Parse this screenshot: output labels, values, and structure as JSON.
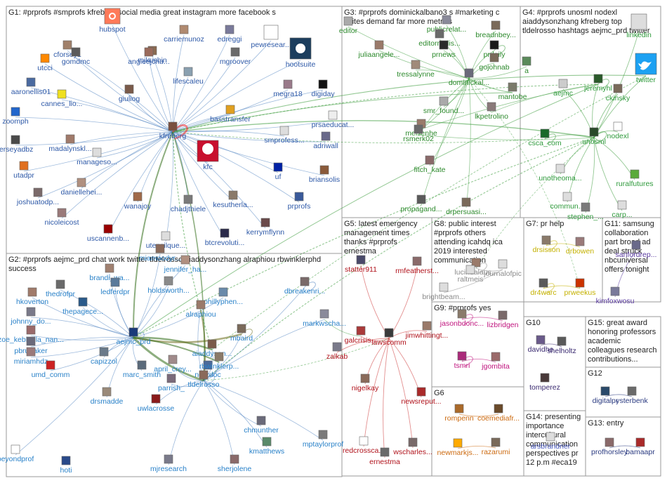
{
  "colors": {
    "g1": "#2f5aa8",
    "g2": "#2a82c9",
    "g3": "#2d8a2d",
    "g4": "#2f9a3c",
    "g5": "#b0121b",
    "g6": "#cc6a10",
    "g7": "#c4b100",
    "g8": "#8a8a8a",
    "g9": "#c0147e",
    "g10": "#3a2a70",
    "g11": "#5a3aa0",
    "g12": "#2a3a80",
    "g13": "#2a3a80",
    "g14": "#4a5ac0",
    "g15": "#3a3a7a",
    "edge_blue": "#4a7fc0",
    "edge_green": "#3a9a3a",
    "edge_red": "#cc3333",
    "edge_darkgreen": "#2f6b16",
    "edge_olive": "#6b6b1a",
    "box": "#9a9a9a"
  },
  "groups": [
    {
      "id": "g1",
      "label_lines": [
        "G1: #prprofs #smprofs kfreberg social media great instagram more facebook s"
      ]
    },
    {
      "id": "g2",
      "label_lines": [
        "G2: #prprofs aejmc_prd chat work twitter tldelrosso aiaddysonzhang alraphiou rbwinklerphd",
        "success"
      ]
    },
    {
      "id": "g3",
      "label_lines": [
        "G3: #prprofs dominickalbano3 s #marketing c",
        "suites demand far more metrics"
      ]
    },
    {
      "id": "g4",
      "label_lines": [
        "G4: #prprofs unosml nodexl",
        "aiaddysonzhang kfreberg top",
        "tldelrosso hashtags aejmc_prd twitter"
      ]
    },
    {
      "id": "g5",
      "label_lines": [
        "G5: latest emergency",
        "management times",
        "thanks #prprofs",
        "ernestma"
      ]
    },
    {
      "id": "g6",
      "label_lines": [
        "G6"
      ]
    },
    {
      "id": "g7",
      "label_lines": [
        "G7: pr help"
      ]
    },
    {
      "id": "g8",
      "label_lines": [
        "G8: public interest",
        "#prprofs others",
        "attending icahdq ica",
        "2019 interested",
        "communication"
      ]
    },
    {
      "id": "g9",
      "label_lines": [
        "G9: #prprofs yes"
      ]
    },
    {
      "id": "g10",
      "label_lines": [
        "G10"
      ]
    },
    {
      "id": "g11",
      "label_lines": [
        "G11: samsung",
        "collaboration",
        "part broad ad",
        "deal struck",
        "nbcuniversal",
        "offers tonight"
      ]
    },
    {
      "id": "g12",
      "label_lines": [
        "G12"
      ]
    },
    {
      "id": "g13",
      "label_lines": [
        "G13: entry"
      ]
    },
    {
      "id": "g14",
      "label_lines": [
        "G14: presenting",
        "importance",
        "intercultural",
        "communication",
        "perspectives pr",
        "12 p.m #eca19"
      ]
    },
    {
      "id": "g15",
      "label_lines": [
        "G15: great award",
        "honoring professors",
        "academic",
        "colleagues research",
        "contributions..."
      ]
    }
  ],
  "nodes": [
    {
      "label": "hubspot",
      "group": "g1",
      "icon": "hubspot-logo-icon",
      "avatar": "#ff7a59"
    },
    {
      "label": "mjkushin",
      "group": "g1",
      "avatar": "#8a6a50"
    },
    {
      "label": "carriemunoz",
      "group": "g1",
      "avatar": "#b08a70"
    },
    {
      "label": "edreggi",
      "group": "g1",
      "avatar": "#7a7a9a"
    },
    {
      "label": "cforsey1",
      "group": "g1",
      "avatar": "#a0806a"
    },
    {
      "label": "pewresear...",
      "group": "g1",
      "avatar": "#ffffff"
    },
    {
      "label": "utcci",
      "group": "g1",
      "avatar": "#ff8800"
    },
    {
      "label": "gomdmc",
      "group": "g1",
      "avatar": "#5a5a5a"
    },
    {
      "label": "angieejchu...",
      "group": "g1",
      "avatar": "#9a6a5a"
    },
    {
      "label": "mgroover",
      "group": "g1",
      "avatar": "#6a6a6a"
    },
    {
      "label": "hootsuite",
      "group": "g1",
      "icon": "hootsuite-owl-icon",
      "avatar": "#1c3e5e"
    },
    {
      "label": "aaronellis01",
      "group": "g1",
      "avatar": "#4a6aa0"
    },
    {
      "label": "lifescaleu",
      "group": "g1",
      "avatar": "#8aa0b0"
    },
    {
      "label": "megra18",
      "group": "g1",
      "avatar": "#9a7a8a"
    },
    {
      "label": "digiday",
      "group": "g1",
      "avatar": "#111111"
    },
    {
      "label": "cannes_lio...",
      "group": "g1",
      "avatar": "#f0e020"
    },
    {
      "label": "giuliog",
      "group": "g1",
      "avatar": "#7a5a4a"
    },
    {
      "label": "zoomph",
      "group": "g1",
      "avatar": "#2266cc"
    },
    {
      "label": "basstransfer",
      "group": "g1",
      "avatar": "#e0a020"
    },
    {
      "label": "prsaeducat...",
      "group": "g1",
      "avatar": "#eeeeee"
    },
    {
      "label": "kfreberg",
      "group": "g1",
      "avatar": "#7a5040"
    },
    {
      "label": "jerseyadbz",
      "group": "g1",
      "avatar": "#4a4a4a"
    },
    {
      "label": "madalynskl...",
      "group": "g1",
      "avatar": "#a07a6a"
    },
    {
      "label": "smprofess...",
      "group": "g1",
      "avatar": "#dddddd"
    },
    {
      "label": "adriwall",
      "group": "g1",
      "avatar": "#6a6a8a"
    },
    {
      "label": "manageso...",
      "group": "g1",
      "avatar": "#dddddd"
    },
    {
      "label": "kfc",
      "group": "g1",
      "icon": "kfc-logo-icon",
      "avatar": "#c8102e"
    },
    {
      "label": "uf",
      "group": "g1",
      "avatar": "#0021a5"
    },
    {
      "label": "briansolis",
      "group": "g1",
      "avatar": "#8a5a3a"
    },
    {
      "label": "utadpr",
      "group": "g1",
      "avatar": "#e07020"
    },
    {
      "label": "daniellehei...",
      "group": "g1",
      "avatar": "#b09080"
    },
    {
      "label": "joshuatodp...",
      "group": "g1",
      "avatar": "#7a6a6a"
    },
    {
      "label": "wanajoy",
      "group": "g1",
      "avatar": "#a06a4a"
    },
    {
      "label": "chadjthiele",
      "group": "g1",
      "avatar": "#7a7a7a"
    },
    {
      "label": "kesutherla...",
      "group": "g1",
      "avatar": "#8a7a6a"
    },
    {
      "label": "prprofs",
      "group": "g1",
      "avatar": "#3a5a9a"
    },
    {
      "label": "nicoleicost",
      "group": "g1",
      "avatar": "#9a7a7a"
    },
    {
      "label": "kerrymflynn",
      "group": "g1",
      "avatar": "#6a4a4a"
    },
    {
      "label": "uscannenb...",
      "group": "g1",
      "avatar": "#990000"
    },
    {
      "label": "utensilque...",
      "group": "g1",
      "avatar": "#dddddd"
    },
    {
      "label": "btcrevoluti...",
      "group": "g1",
      "avatar": "#2a2a4a"
    },
    {
      "label": "brandi_wa...",
      "group": "g2",
      "avatar": "#a08070"
    },
    {
      "label": "miamoodyr...",
      "group": "g2",
      "avatar": "#8a6a5a"
    },
    {
      "label": "jennifer_ha...",
      "group": "g2",
      "avatar": "#b09080"
    },
    {
      "label": "thedrofpr",
      "group": "g2",
      "avatar": "#6a6a6a"
    },
    {
      "label": "ledferdpr",
      "group": "g2",
      "avatar": "#5a7a9a"
    },
    {
      "label": "holdsworth...",
      "group": "g2",
      "avatar": "#8a8a8a"
    },
    {
      "label": "hkoverton",
      "group": "g2",
      "avatar": "#a07a6a"
    },
    {
      "label": "phillyphen...",
      "group": "g2",
      "avatar": "#6a8aaa"
    },
    {
      "label": "dbreakenri...",
      "group": "g2",
      "avatar": "#7a6a6a"
    },
    {
      "label": "thepagece...",
      "group": "g2",
      "avatar": "#2a5a8a"
    },
    {
      "label": "johnny_do...",
      "group": "g2",
      "avatar": "#7a7a8a"
    },
    {
      "label": "markwscha...",
      "group": "g2",
      "avatar": "#8a8a9a"
    },
    {
      "label": "alraphiou",
      "group": "g2",
      "avatar": "#9a7a6a"
    },
    {
      "label": "zoe_kebhalla_nan...",
      "group": "g2",
      "avatar": "#9a6a6a"
    },
    {
      "label": "aejmc_prd",
      "group": "g2",
      "avatar": "#1a3a7a"
    },
    {
      "label": "mbaird",
      "group": "g2",
      "avatar": "#7a6a5a"
    },
    {
      "label": "pbrubaker",
      "group": "g2",
      "avatar": "#6a6a7a"
    },
    {
      "label": "april_crey...",
      "group": "g2",
      "avatar": "#a08a8a"
    },
    {
      "label": "aiaddyson...",
      "group": "g2",
      "avatar": "#7a5a4a"
    },
    {
      "label": "miriamhdz",
      "group": "g2",
      "avatar": "#9a7a7a"
    },
    {
      "label": "capizzol",
      "group": "g2",
      "avatar": "#6a7a8a"
    },
    {
      "label": "marc_smith",
      "group": "g2",
      "avatar": "#5a6a7a"
    },
    {
      "label": "ncprdoc",
      "group": "g2",
      "avatar": "#4a6a9a"
    },
    {
      "label": "rbwinklerp...",
      "group": "g2",
      "avatar": "#8a7a6a"
    },
    {
      "label": "umd_comm",
      "group": "g2",
      "avatar": "#cc2222"
    },
    {
      "label": "parrish_",
      "group": "g2",
      "avatar": "#7a6a7a"
    },
    {
      "label": "tldelrosso",
      "group": "g2",
      "avatar": "#8a6a5a"
    },
    {
      "label": "mptaylorprof",
      "group": "g2",
      "avatar": "#7a7a7a"
    },
    {
      "label": "drsmadde",
      "group": "g2",
      "avatar": "#9a8a7a"
    },
    {
      "label": "uwlacrosse",
      "group": "g2",
      "avatar": "#8a1a1a"
    },
    {
      "label": "chmunther",
      "group": "g2",
      "avatar": "#6a6a7a"
    },
    {
      "label": "kmatthews",
      "group": "g2",
      "avatar": "#5a8a6a"
    },
    {
      "label": "beyondprof",
      "group": "g2",
      "avatar": "#ffffff"
    },
    {
      "label": "hoti",
      "group": "g2",
      "avatar": "#2a4a8a"
    },
    {
      "label": "mjresearch",
      "group": "g2",
      "avatar": "#7a7a8a"
    },
    {
      "label": "sherjolene",
      "group": "g2",
      "avatar": "#8a6a6a"
    },
    {
      "label": "editor",
      "group": "g3",
      "avatar": "#aaaaaa"
    },
    {
      "label": "publicrelat...",
      "group": "g3",
      "avatar": "#8a8a9a"
    },
    {
      "label": "breadnbey...",
      "group": "g3",
      "avatar": "#7a6a5a"
    },
    {
      "label": "editormelis...",
      "group": "g3",
      "avatar": "#6a6a6a"
    },
    {
      "label": "juliaangele...",
      "group": "g3",
      "avatar": "#9a7a6a"
    },
    {
      "label": "prnews",
      "group": "g3",
      "avatar": "#2a2a2a"
    },
    {
      "label": "prdaily",
      "group": "g3",
      "avatar": "#1a1a1a"
    },
    {
      "label": "a",
      "group": "g3",
      "avatar": "#5a8a5a"
    },
    {
      "label": "gojohnab",
      "group": "g3",
      "avatar": "#7a6a5a"
    },
    {
      "label": "tressalynne",
      "group": "g3",
      "avatar": "#a08a7a"
    },
    {
      "label": "dominickal...",
      "group": "g3",
      "avatar": "#6a6a7a"
    },
    {
      "label": "mantobe",
      "group": "g3",
      "avatar": "#7a7a6a"
    },
    {
      "label": "smr_found...",
      "group": "g3",
      "avatar": "#aaaaaa"
    },
    {
      "label": "lkpetrolino",
      "group": "g3",
      "avatar": "#8a7a7a"
    },
    {
      "label": "melsenhe",
      "group": "g3",
      "avatar": "#9a7a6a"
    },
    {
      "label": "rsmerk02",
      "group": "g3",
      "avatar": "#6a6a6a"
    },
    {
      "label": "fitch_kate",
      "group": "g3",
      "avatar": "#8a6a6a"
    },
    {
      "label": "propagand...",
      "group": "g3",
      "avatar": "#5a5a5a"
    },
    {
      "label": "drpersuasi...",
      "group": "g3",
      "avatar": "#7a6a5a"
    },
    {
      "label": "jeremyhl",
      "group": "g4",
      "avatar": "#2a5a2a"
    },
    {
      "label": "aejmc",
      "group": "g4",
      "avatar": "#cccccc"
    },
    {
      "label": "ckinsky",
      "group": "g4",
      "avatar": "#7a6a5a"
    },
    {
      "label": "linkedin",
      "group": "g4",
      "avatar": "#dddddd"
    },
    {
      "label": "twitter",
      "group": "g4",
      "icon": "twitter-bird-icon",
      "avatar": "#1da1f2"
    },
    {
      "label": "csca_com",
      "group": "g4",
      "avatar": "#1a6a2a"
    },
    {
      "label": "unosml",
      "group": "g4",
      "avatar": "#2a4a2a"
    },
    {
      "label": "nodexl",
      "group": "g4",
      "avatar": "#ffffff"
    },
    {
      "label": "unotheoma...",
      "group": "g4",
      "avatar": "#dddddd"
    },
    {
      "label": "ruralfutures",
      "group": "g4",
      "avatar": "#5aaa3a"
    },
    {
      "label": "commun...",
      "group": "g4",
      "avatar": "#dddddd"
    },
    {
      "label": "stephen_...",
      "group": "g4",
      "avatar": "#7a7a7a"
    },
    {
      "label": "carp...",
      "group": "g4",
      "avatar": "#dddddd"
    },
    {
      "label": "statter911",
      "group": "g5",
      "avatar": "#4a4a6a"
    },
    {
      "label": "rmfeatherst...",
      "group": "g5",
      "avatar": "#8a6a6a"
    },
    {
      "label": "galcrisis...",
      "group": "g5",
      "avatar": "#aa3a3a"
    },
    {
      "label": "zalkab",
      "group": "g5",
      "avatar": "#7a7a8a"
    },
    {
      "label": "jimwhittingt...",
      "group": "g5",
      "avatar": "#9a7a6a"
    },
    {
      "label": "lawscomm",
      "group": "g5",
      "avatar": "#3a3a3a"
    },
    {
      "label": "nigelkay",
      "group": "g5",
      "avatar": "#8a6a5a"
    },
    {
      "label": "newsreput...",
      "group": "g5",
      "avatar": "#aa2a2a"
    },
    {
      "label": "redcrossca...",
      "group": "g5",
      "avatar": "#ffffff"
    },
    {
      "label": "wscharles...",
      "group": "g5",
      "avatar": "#7a6a6a"
    },
    {
      "label": "ernestma",
      "group": "g5",
      "avatar": "#6a6a6a"
    },
    {
      "label": "rompenn",
      "group": "g6",
      "avatar": "#aa6a2a"
    },
    {
      "label": "coemediafr...",
      "group": "g6",
      "avatar": "#6a4a2a"
    },
    {
      "label": "newmarkjs...",
      "group": "g6",
      "avatar": "#ffaa00"
    },
    {
      "label": "razarumi",
      "group": "g6",
      "avatar": "#7a6a5a"
    },
    {
      "label": "drsisson",
      "group": "g7",
      "avatar": "#8a7a6a"
    },
    {
      "label": "drbowen",
      "group": "g7",
      "avatar": "#9a7a7a"
    },
    {
      "label": "dr4warc",
      "group": "g7",
      "avatar": "#5a5a5a"
    },
    {
      "label": "prweekus",
      "group": "g7",
      "avatar": "#cc3300"
    },
    {
      "label": "lucindalaus...",
      "group": "g8",
      "avatar": "#9a7a6a"
    },
    {
      "label": "journalofpic",
      "group": "g8",
      "avatar": "#dddddd"
    },
    {
      "label": "brightbeam...",
      "group": "g8",
      "avatar": "#dddddd"
    },
    {
      "label": "raltmeis",
      "group": "g8",
      "avatar": "#dddddd"
    },
    {
      "label": "jasonbdonc...",
      "group": "g9",
      "avatar": "#8a7a6a"
    },
    {
      "label": "lizbridgen",
      "group": "g9",
      "avatar": "#7a6a6a"
    },
    {
      "label": "tsmri",
      "group": "g9",
      "avatar": "#aa2a7a"
    },
    {
      "label": "jgombita",
      "group": "g9",
      "avatar": "#9a6a6a"
    },
    {
      "label": "davidhe",
      "group": "g10",
      "avatar": "#6a5a8a"
    },
    {
      "label": "shelholtz",
      "group": "g10",
      "avatar": "#5a5a5a"
    },
    {
      "label": "tomperez",
      "group": "g10",
      "avatar": "#4a3a3a"
    },
    {
      "label": "sanfordrep...",
      "group": "g11",
      "avatar": "#6a6a8a"
    },
    {
      "label": "kimfoxwosu",
      "group": "g11",
      "avatar": "#7a7a9a"
    },
    {
      "label": "digitalpr",
      "group": "g12",
      "avatar": "#2a4a6a"
    },
    {
      "label": "ysterbenk",
      "group": "g12",
      "avatar": "#6a6a6a"
    },
    {
      "label": "profhorsley",
      "group": "g13",
      "avatar": "#8a6a6a"
    },
    {
      "label": "bamaapr",
      "group": "g13",
      "avatar": "#aa2a2a"
    },
    {
      "label": "arsbrandner",
      "group": "g14",
      "avatar": "#dddddd"
    }
  ]
}
